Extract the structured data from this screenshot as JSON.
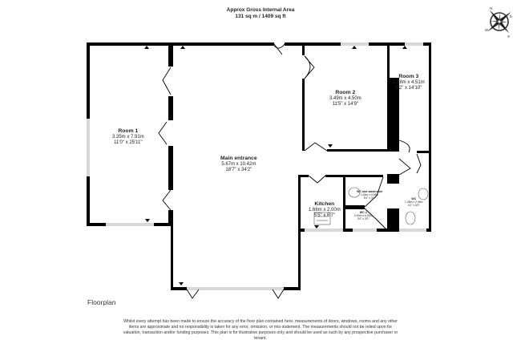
{
  "header": {
    "title": "Approx Gross Internal Area",
    "area": "131 sq m / 1409 sq ft"
  },
  "compass": {
    "icon": "compass-rose-icon",
    "labels": [
      "N",
      "E",
      "S",
      "W"
    ]
  },
  "rooms": [
    {
      "id": "room-1",
      "name": "Room 1",
      "metric": "3.35m x 7.91m",
      "imperial": "11'0\" x 25'11\""
    },
    {
      "id": "main-entrance",
      "name": "Main entrance",
      "metric": "5.67m x 10.42m",
      "imperial": "18'7\" x 34'2\""
    },
    {
      "id": "room-2",
      "name": "Room 2",
      "metric": "3.49m x 4.50m",
      "imperial": "11'5\" x 14'9\""
    },
    {
      "id": "room-3",
      "name": "Room 3",
      "metric": "1.58m x 4.51m",
      "imperial": "5'2\" x 14'10\""
    },
    {
      "id": "kitchen",
      "name": "Kitchen",
      "metric": "1.66m x 2.00m",
      "imperial": "5'5\" x 6'7\""
    },
    {
      "id": "wc-washroom",
      "name": "WC and washroom",
      "metric": "1.63m x 0.94m",
      "imperial": "5'4\" x 3'1\""
    },
    {
      "id": "wc-2",
      "name": "WC 2",
      "metric": "0.90m x 0.91m",
      "imperial": "3'0\" x 3'0\""
    },
    {
      "id": "wc",
      "name": "WC",
      "metric": "1.28m x 2.06m",
      "imperial": "4'2\" x 6'9\""
    }
  ],
  "footer": {
    "floorplan_label": "Floorplan",
    "disclaimer": "Whilst every attempt has been made to ensure the accuracy of the floor plan contained here, measurements of doors, windows, rooms and any other items are approximate and no responsibility is taken for any error, omission, or mis-statement. The measurements should not be relied upon for valuation, transaction and/or funding purposes. This plan is for illustrative purposes only and should be used as such by any prospective purchaser or tenant."
  },
  "colors": {
    "wall": "#000000",
    "window": "#9a9a9a",
    "text": "#222222",
    "background": "#ffffff"
  }
}
